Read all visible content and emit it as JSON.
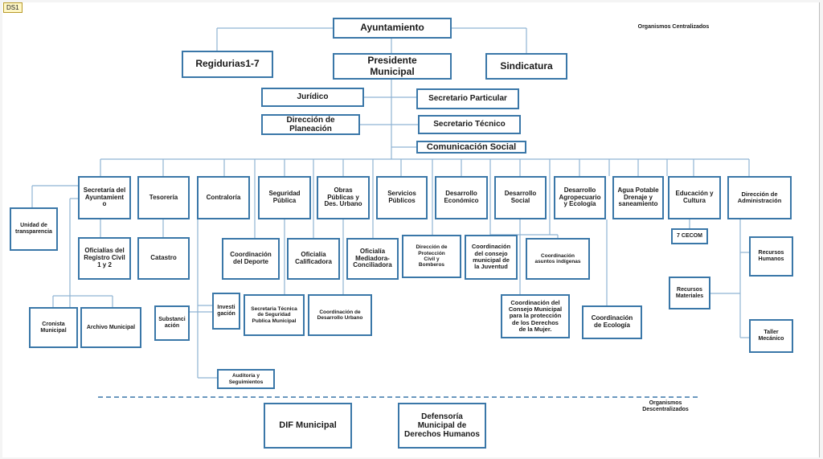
{
  "tag": "DS1",
  "section_labels": {
    "centralized": "Organismos Centralizados",
    "decentralized": "Organismos\nDescentralizados"
  },
  "top": {
    "ayuntamiento": "Ayuntamiento",
    "regidurias": "Regidurias1-7",
    "presidente": "Presidente\nMunicipal",
    "sindicatura": "Sindicatura",
    "juridico": "Jurídico",
    "secretario_particular": "Secretario Particular",
    "direccion_planeacion": "Dirección de Planeación",
    "secretario_tecnico": "Secretario Técnico",
    "comunicacion_social": "Comunicación Social"
  },
  "departments": {
    "secretaria_ayuntamiento": "Secretaría del\nAyuntamient\no",
    "tesoreria": "Tesorería",
    "contraloria": "Contraloría",
    "seguridad_publica": "Seguridad\nPública",
    "obras_publicas": "Obras\nPúblicas y\nDes. Urbano",
    "servicios_publicos": "Servicios\nPúblicos",
    "desarrollo_economico": "Desarrollo\nEconómico",
    "desarrollo_social": "Desarrollo\nSocial",
    "desarrollo_agropecuario": "Desarrollo\nAgropecuario\ny Ecología",
    "agua_potable": "Agua Potable\nDrenaje y\nsaneamiento",
    "educacion_cultura": "Educación y\nCultura",
    "direccion_administracion": "Dirección de\nAdministración"
  },
  "sub_units": {
    "unidad_transparencia": "Unidad de\ntransparencia",
    "oficialias_registro_civil": "Oficialías del\nRegistro Civil\n1 y 2",
    "catastro": "Catastro",
    "coordinacion_deporte": "Coordinación\ndel Deporte",
    "oficialia_calificadora": "Oficialía\nCalificadora",
    "oficialia_mediadora": "Oficialía\nMediadora-\nConciliadora",
    "direccion_proteccion_civil": "Dirección de\nProtección\nCivil y\nBomberos",
    "coordinacion_juventud": "Coordinación\ndel consejo\nmunicipal de\nla Juventud",
    "coordinacion_indigenas": "Coordinación\nasuntos indígenas",
    "cecom": "7 CECOM",
    "recursos_humanos": "Recursos\nHumanos",
    "recursos_materiales": "Recursos\nMateriales",
    "investigacion": "Investi\ngación",
    "substanciacion": "Substanci\nación",
    "secretaria_tecnica_seguridad": "Secretaria Técnica\nde Seguridad\nPublica Municipal",
    "coordinacion_desarrollo_urbano": "Coordinación de\nDesarrollo Urbano",
    "coordinacion_mujer": "Coordinación del\nConsejo Municipal\npara la protección\nde los  Derechos\nde la Mujer.",
    "coordinacion_ecologia": "Coordinación\nde Ecología",
    "taller_mecanico": "Taller\nMecánico",
    "cronista_municipal": "Cronista\nMunicipal",
    "archivo_municipal": "Archivo Municipal",
    "auditoria_seguimientos": "Auditoría y\nSeguimientos"
  },
  "decentralized": {
    "dif_municipal": "DIF Municipal",
    "defensoria": "Defensoría\nMunicipal de\nDerechos Humanos"
  }
}
